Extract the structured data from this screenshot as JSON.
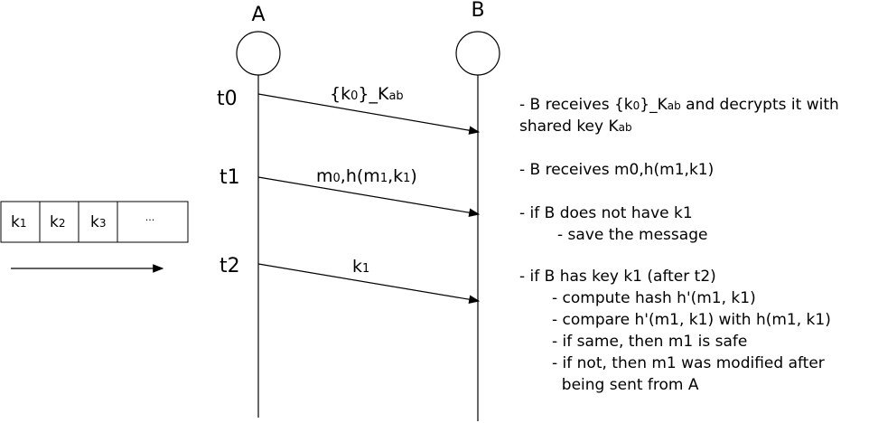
{
  "participants": [
    {
      "id": "A",
      "label": "A"
    },
    {
      "id": "B",
      "label": "B"
    }
  ],
  "times": [
    "t0",
    "t1",
    "t2"
  ],
  "messages": [
    {
      "time": "t0",
      "label_main": "{k",
      "label_sub": "0",
      "label_tail": "}_K",
      "label_tail_sub": "ab"
    },
    {
      "time": "t1",
      "label_main": "m",
      "label_sub": "0",
      "label_mid": ",h(m",
      "label_sub2": "1",
      "label_mid2": ",k",
      "label_sub3": "1",
      "label_end": ")"
    },
    {
      "time": "t2",
      "label_main": "k",
      "label_sub": "1"
    }
  ],
  "key_buffer": {
    "cells": [
      {
        "main": "k",
        "sub": "1"
      },
      {
        "main": "k",
        "sub": "2"
      },
      {
        "main": "k",
        "sub": "3"
      },
      {
        "main": "···",
        "sub": ""
      }
    ]
  },
  "notes": {
    "n1_a": "- B receives {k",
    "n1_a_sub": "0",
    "n1_b": "}_K",
    "n1_b_sub": "ab",
    "n1_c": " and decrypts it with",
    "n1_line2": "shared key K",
    "n1_line2_sub": "ab",
    "n2": "- B receives m0,h(m1,k1)",
    "n3": "- if B does not have k1",
    "n3_sub": "- save the message",
    "n4": "- if B has key k1 (after t2)",
    "n4_items": [
      "- compute hash h'(m1, k1)",
      "- compare h'(m1, k1) with h(m1, k1)",
      "- if same, then m1 is safe",
      "- if not, then m1 was modified after",
      "  being sent from A"
    ]
  }
}
